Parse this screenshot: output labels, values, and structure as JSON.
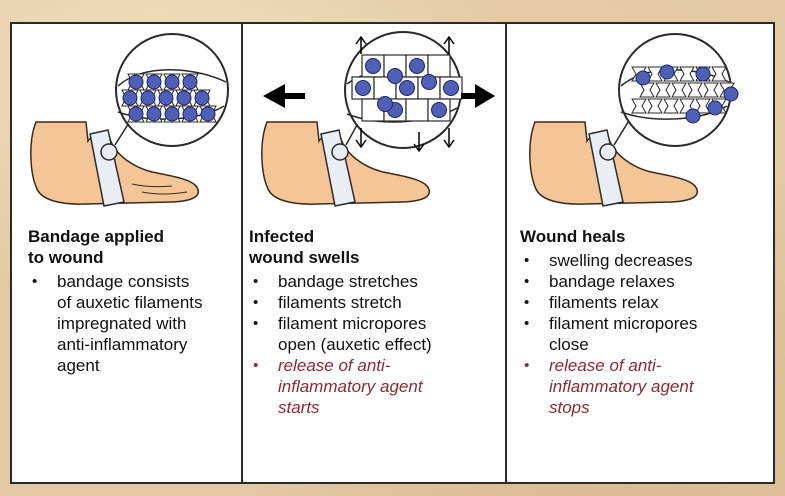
{
  "panels": [
    {
      "title": "Bandage applied\nto wound",
      "bullets": [
        {
          "text": "bandage consists\nof auxetic filaments\nimpregnated with\nanti-inflammatory\nagent",
          "highlight": false
        }
      ]
    },
    {
      "title": "Infected\nwound swells",
      "bullets": [
        {
          "text": "bandage stretches",
          "highlight": false
        },
        {
          "text": "filaments stretch",
          "highlight": false
        },
        {
          "text": "filament micropores\nopen (auxetic effect)",
          "highlight": false
        },
        {
          "text": "release of anti-\ninflammatory agent\nstarts",
          "highlight": true
        }
      ]
    },
    {
      "title": "Wound heals",
      "bullets": [
        {
          "text": "swelling decreases",
          "highlight": false
        },
        {
          "text": "bandage relaxes",
          "highlight": false
        },
        {
          "text": "filaments relax",
          "highlight": false
        },
        {
          "text": "filament micropores\nclose",
          "highlight": false
        },
        {
          "text": "release of anti-\ninflammatory agent\nstops",
          "highlight": true
        }
      ]
    }
  ],
  "colors": {
    "background": "#e2c9a4",
    "skin": "#f4c597",
    "skin_outline": "#3a2a1e",
    "bandage": "#e8eef4",
    "particle": "#4f5fb6",
    "highlight_text": "#8c2a33",
    "outline": "#2a2a2a"
  },
  "icons": [
    "foot-illustration",
    "bandage-illustration",
    "magnifier-circle",
    "stretch-arrow"
  ]
}
